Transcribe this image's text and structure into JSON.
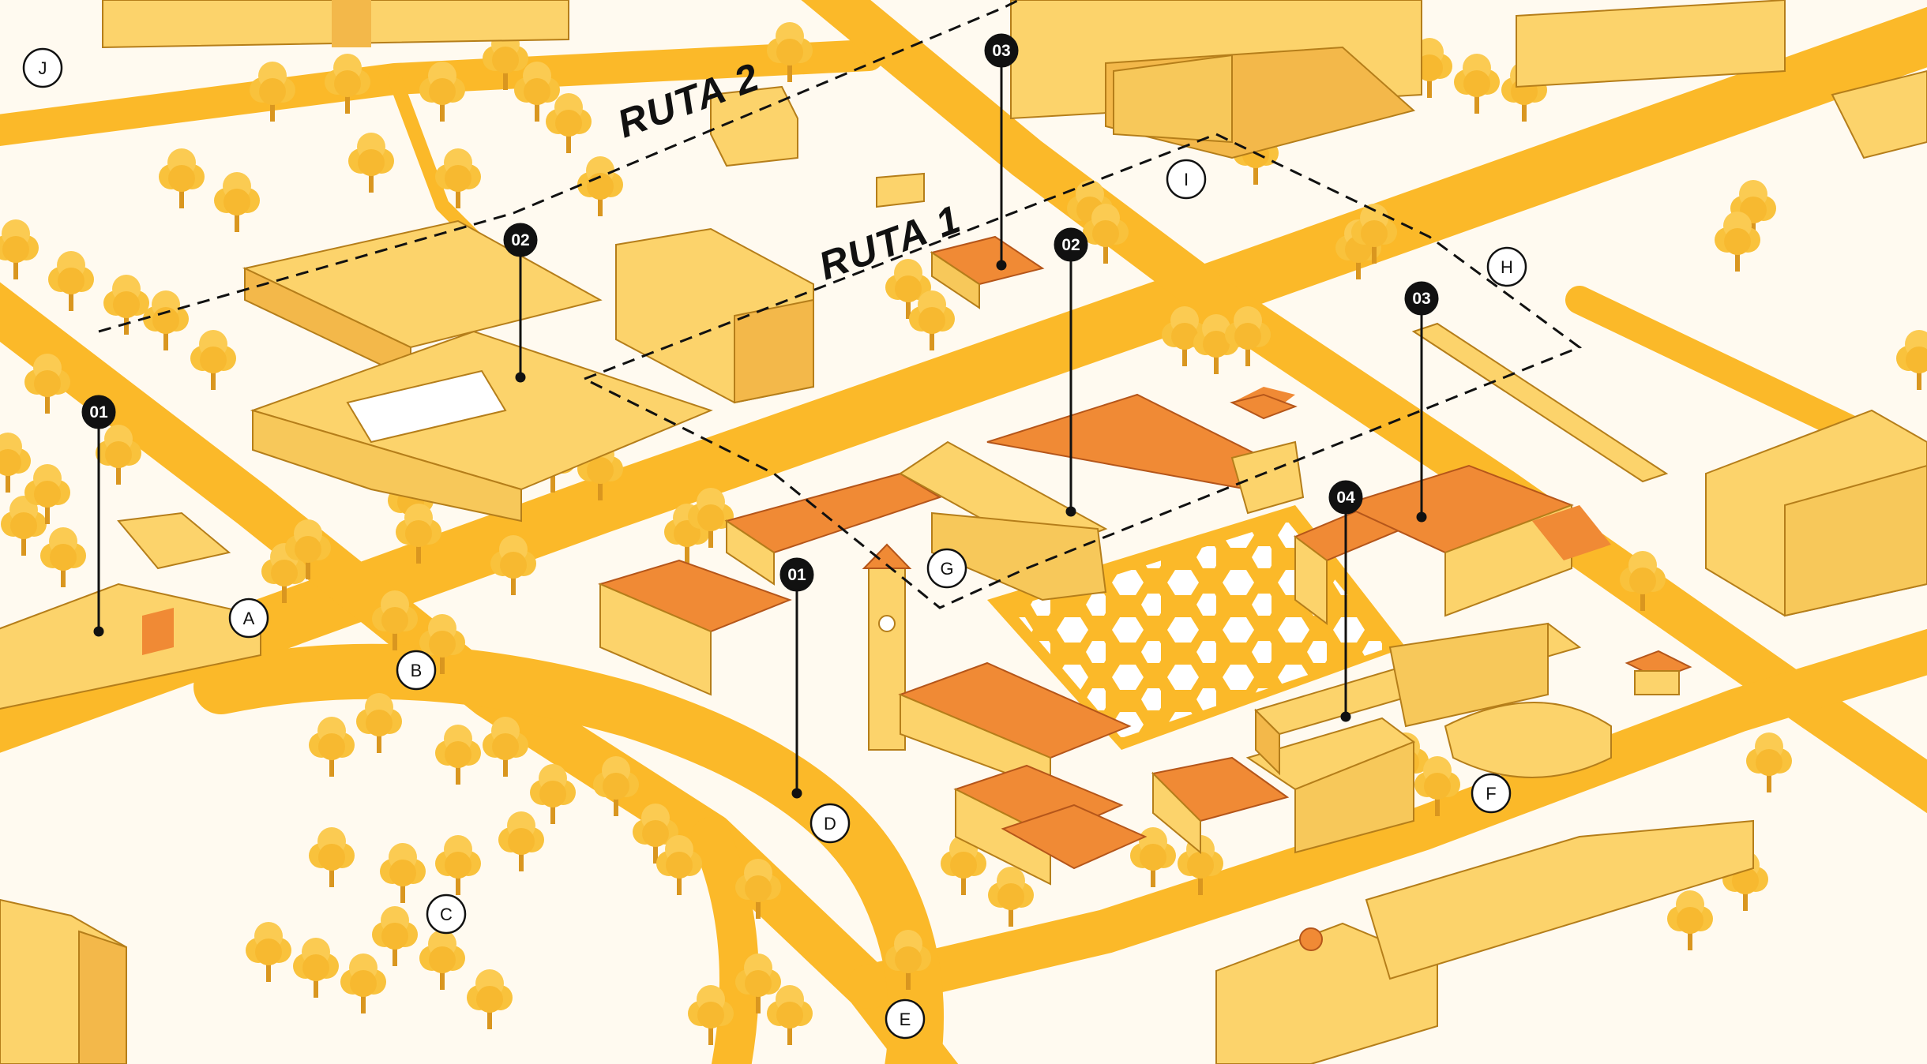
{
  "routes": [
    {
      "id": "ruta-2",
      "label": "RUTA 2"
    },
    {
      "id": "ruta-1",
      "label": "RUTA 1"
    }
  ],
  "stops": [
    {
      "id": "r1-01",
      "label": "01"
    },
    {
      "id": "r1-02",
      "label": "02"
    },
    {
      "id": "r1-03",
      "label": "03"
    },
    {
      "id": "r1-04",
      "label": "04"
    },
    {
      "id": "r2-01",
      "label": "01"
    },
    {
      "id": "r2-02",
      "label": "02"
    },
    {
      "id": "r2-03",
      "label": "03"
    }
  ],
  "zones": [
    {
      "id": "a",
      "label": "A"
    },
    {
      "id": "b",
      "label": "B"
    },
    {
      "id": "c",
      "label": "C"
    },
    {
      "id": "d",
      "label": "D"
    },
    {
      "id": "e",
      "label": "E"
    },
    {
      "id": "f",
      "label": "F"
    },
    {
      "id": "g",
      "label": "G"
    },
    {
      "id": "h",
      "label": "H"
    },
    {
      "id": "i",
      "label": "I"
    },
    {
      "id": "j",
      "label": "J"
    }
  ],
  "colors": {
    "background": "#fffaf0",
    "road": "#fbb929",
    "building": "#fcd36b",
    "building_shade": "#f3b84a",
    "roof": "#f08a35",
    "tree": "#f9c23c",
    "marker": "#111111"
  }
}
